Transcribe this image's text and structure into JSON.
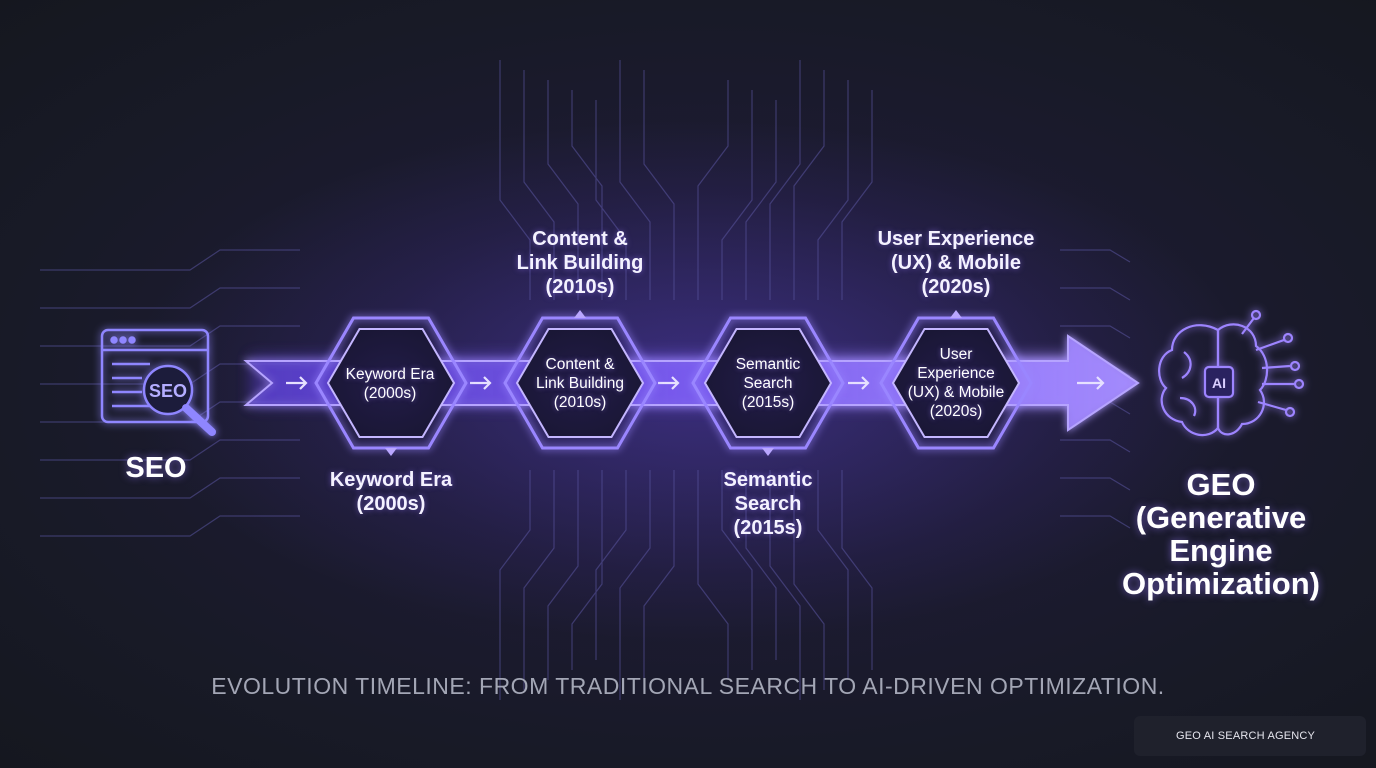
{
  "seo": {
    "title": "SEO",
    "icon_text": "SEO"
  },
  "geo": {
    "title": "GEO\n(Generative\nEngine\nOptimization)",
    "icon_text": "AI"
  },
  "stages": [
    {
      "hex_label": "Keyword Era\n(2000s)",
      "callout": "Keyword Era\n(2000s)",
      "callout_side": "below"
    },
    {
      "hex_label": "Content &\nLink Building\n(2010s)",
      "callout": "Content &\nLink Building\n(2010s)",
      "callout_side": "above"
    },
    {
      "hex_label": "Semantic\nSearch\n(2015s)",
      "callout": "Semantic\nSearch\n(2015s)",
      "callout_side": "below"
    },
    {
      "hex_label": "User\nExperience\n(UX) & Mobile\n(2020s)",
      "callout": "User Experience\n(UX) & Mobile\n(2020s)",
      "callout_side": "above"
    }
  ],
  "caption": "EVOLUTION TIMELINE: FROM TRADITIONAL SEARCH TO AI-DRIVEN OPTIMIZATION.",
  "badge": {
    "text": "GEO AI SEARCH AGENCY",
    "icon": "bar-chart-icon"
  },
  "colors": {
    "accent": "#7b5cff",
    "accent_light": "#b9a6ff",
    "glow": "#8f6bff",
    "background": "#181a27"
  }
}
